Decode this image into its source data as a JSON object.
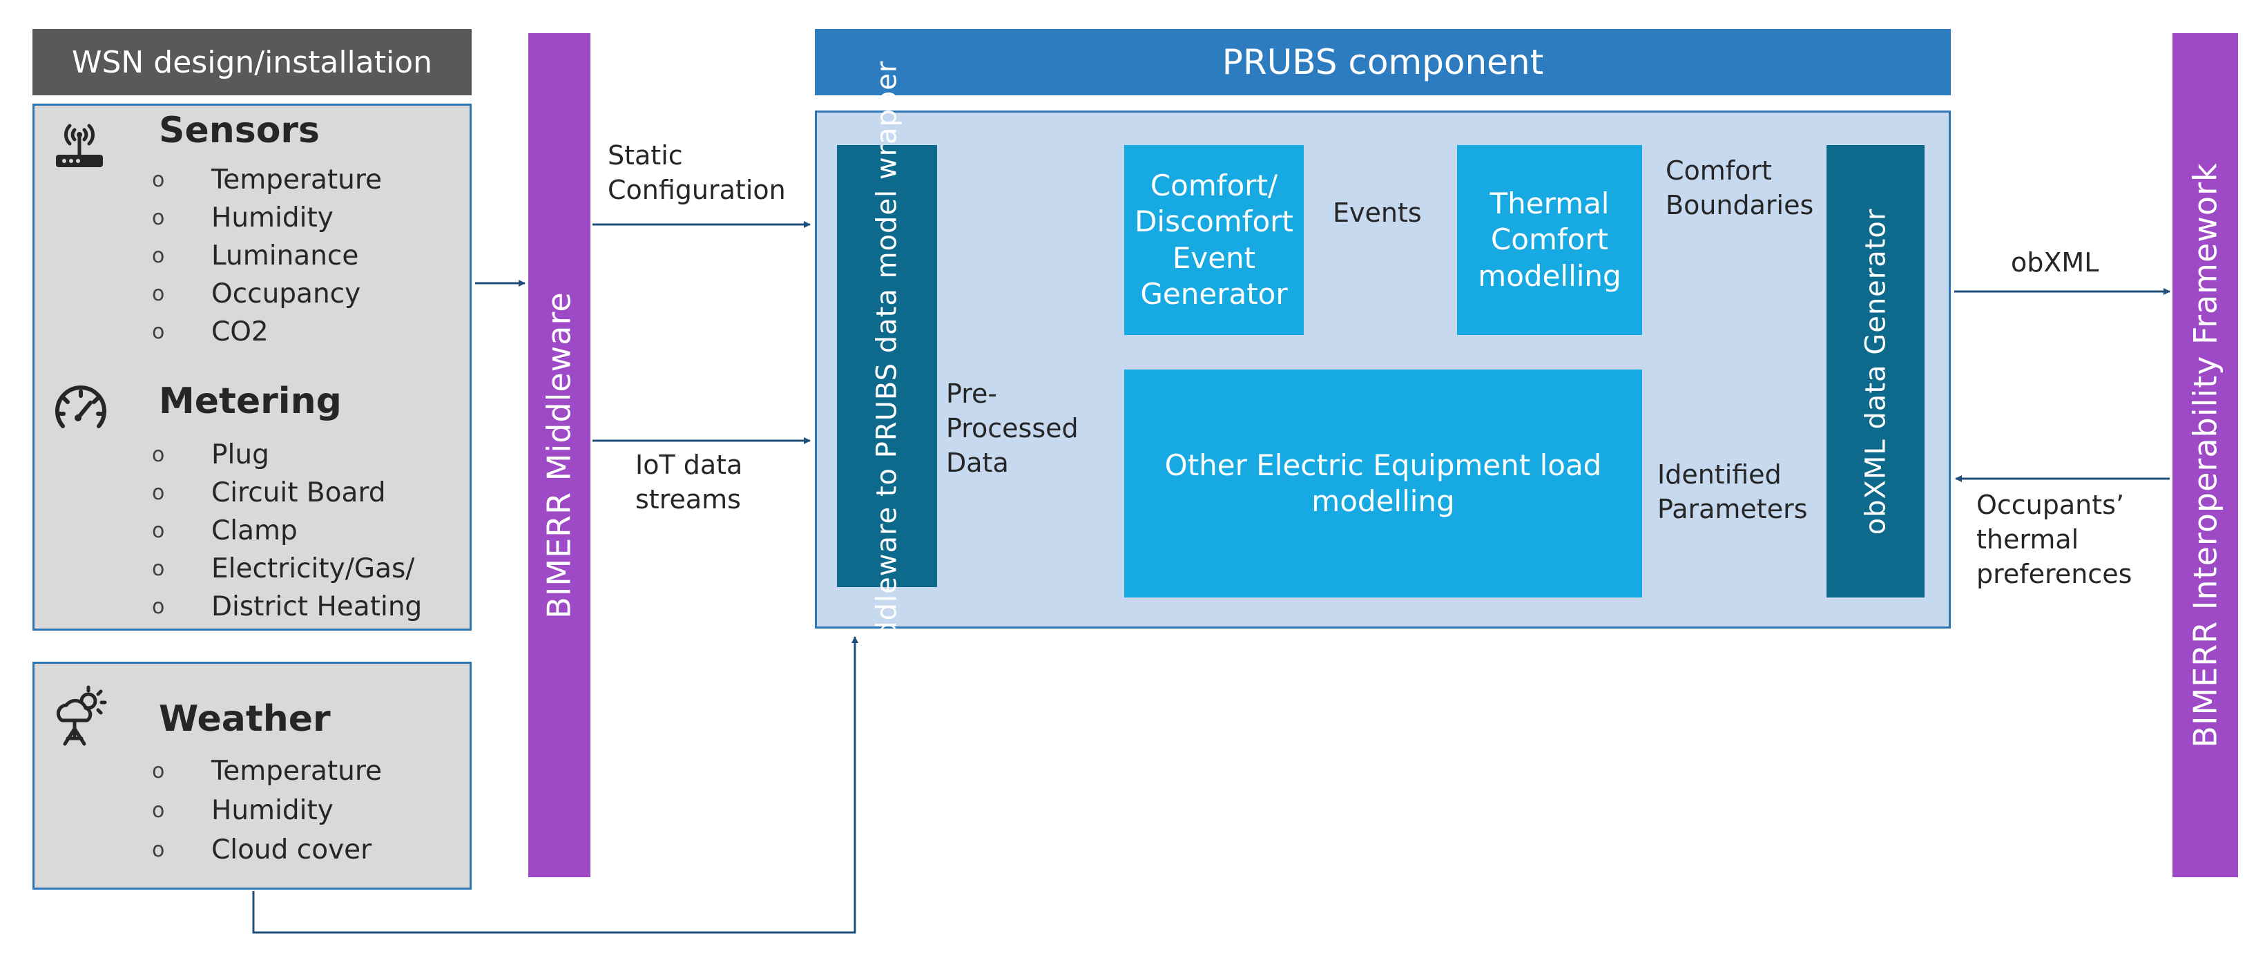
{
  "wsn": {
    "header": "WSN design/installation",
    "sensors": {
      "title": "Sensors",
      "items": [
        "Temperature",
        "Humidity",
        "Luminance",
        "Occupancy",
        "CO2"
      ]
    },
    "metering": {
      "title": "Metering",
      "items": [
        "Plug",
        "Circuit Board",
        "Clamp",
        "Electricity/Gas/",
        "District Heating"
      ]
    },
    "weather": {
      "title": "Weather",
      "items": [
        "Temperature",
        "Humidity",
        "Cloud cover"
      ]
    },
    "bullet_glyph": "o"
  },
  "middleware": {
    "label": "BIMERR Middleware"
  },
  "framework": {
    "label": "BIMERR Interoperability Framework"
  },
  "prubs": {
    "header": "PRUBS component",
    "wrapper": "Middleware to PRUBS data model wrapper",
    "event_generator": "Comfort/\nDiscomfort\nEvent\nGenerator",
    "thermal": "Thermal\nComfort\nmodelling",
    "equipment": "Other Electric Equipment load\nmodelling",
    "obxml_generator": "obXML data Generator"
  },
  "labels": {
    "static": "Static\nConfiguration",
    "iot": "IoT data\nstreams",
    "preprocessed": "Pre-\nProcessed\nData",
    "events": "Events",
    "boundaries": "Comfort\nBoundaries",
    "identified": "Identified\nParameters",
    "obxml": "obXML",
    "occupants": "Occupants’\nthermal\npreferences"
  },
  "icons": {
    "sensors": "wireless-router-icon",
    "metering": "gauge-icon",
    "weather": "weather-station-icon"
  },
  "colors": {
    "middleware_bar": "#9e4ac6",
    "prubs_header": "#2e7cc0",
    "prubs_body": "#c6d9ef",
    "dark_box": "#0e6a8c",
    "light_box": "#17a9e2",
    "panel_gray": "#d9d9d9",
    "header_gray": "#595959",
    "arrow": "#1f4e79"
  }
}
